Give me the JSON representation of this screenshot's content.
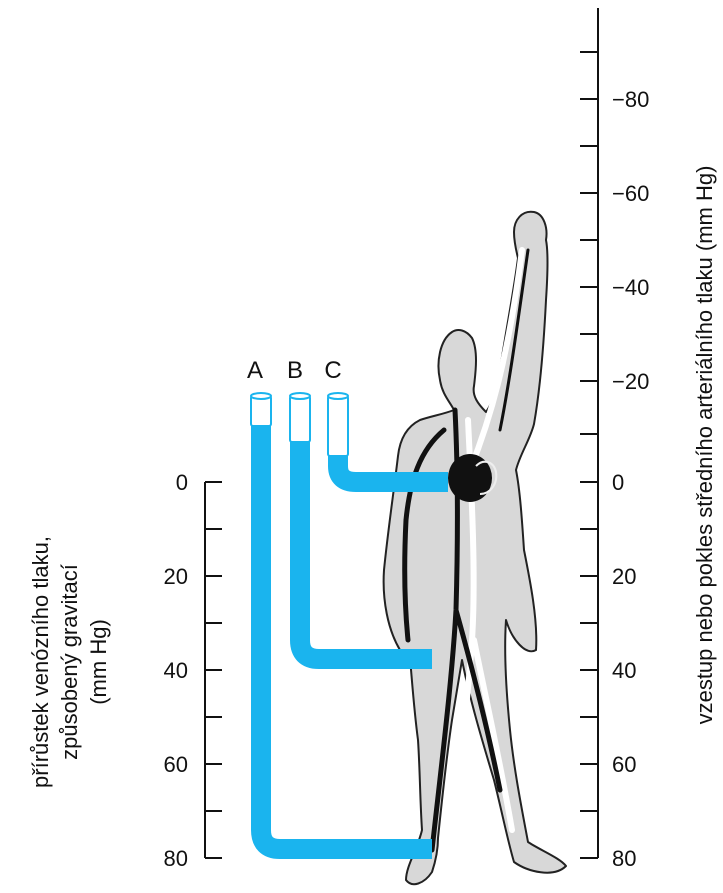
{
  "left_axis": {
    "title_lines": [
      "přírůstek venózního tlaku,",
      "způsobený gravitací",
      "(mm Hg)"
    ],
    "ticks": [
      "0",
      "20",
      "40",
      "60",
      "80"
    ]
  },
  "right_axis": {
    "title": "vzestup nebo pokles středního arteriálního tlaku (mm Hg)",
    "ticks": [
      "−80",
      "−60",
      "−40",
      "−20",
      "0",
      "20",
      "40",
      "60",
      "80"
    ]
  },
  "tubes": [
    {
      "label": "A"
    },
    {
      "label": "B"
    },
    {
      "label": "C"
    }
  ],
  "colors": {
    "tube_fill": "#1ab4ee",
    "body_fill": "#d8d8d8",
    "body_outline": "#222222",
    "vessel": "#111111",
    "heart": "#111111"
  }
}
